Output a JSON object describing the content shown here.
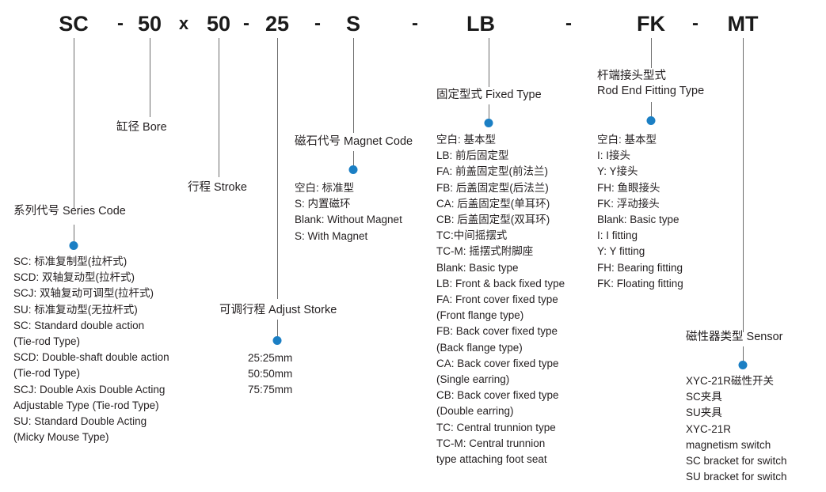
{
  "diagram": {
    "title": "SC Series Cylinder Ordering Code",
    "accent_color": "#1b7fc4",
    "line_color": "#3b3b3b"
  },
  "code": {
    "tokens": [
      {
        "text": "SC",
        "kind": "code"
      },
      {
        "text": "-",
        "kind": "sep"
      },
      {
        "text": "50",
        "kind": "code"
      },
      {
        "text": "x",
        "kind": "mul"
      },
      {
        "text": "50",
        "kind": "code"
      },
      {
        "text": "-",
        "kind": "sep"
      },
      {
        "text": "25",
        "kind": "code"
      },
      {
        "text": "-",
        "kind": "sep"
      },
      {
        "text": "S",
        "kind": "code"
      },
      {
        "text": "-",
        "kind": "sep"
      },
      {
        "text": "LB",
        "kind": "code"
      },
      {
        "text": "-",
        "kind": "sep"
      },
      {
        "text": "FK",
        "kind": "code"
      },
      {
        "text": "-",
        "kind": "sep"
      },
      {
        "text": "MT",
        "kind": "code"
      }
    ]
  },
  "groups": {
    "series_code": {
      "title_cn": "系列代号",
      "title_en": "Series Code",
      "title_combined": "系列代号 Series Code",
      "options": [
        "SC: 标准复制型(拉杆式)",
        "SCD: 双轴复动型(拉杆式)",
        "SCJ: 双轴复动可调型(拉杆式)",
        "SU: 标准复动型(无拉杆式)",
        "SC: Standard double action",
        "(Tie-rod Type)",
        "SCD: Double-shaft double action",
        "(Tie-rod Type)",
        "SCJ: Double Axis Double Acting",
        "Adjustable Type (Tie-rod Type)",
        "SU: Standard Double Acting",
        "(Micky Mouse Type)"
      ]
    },
    "bore": {
      "title_cn": "缸径",
      "title_en": "Bore",
      "title_combined": "缸径 Bore",
      "options": []
    },
    "stroke": {
      "title_cn": "行程",
      "title_en": "Stroke",
      "title_combined": "行程 Stroke",
      "options": []
    },
    "adjust_stroke": {
      "title_cn": "可调行程",
      "title_en": "Adjust Storke",
      "title_combined": "可调行程 Adjust Storke",
      "options": [
        "25:25mm",
        "50:50mm",
        "75:75mm"
      ]
    },
    "magnet_code": {
      "title_cn": "磁石代号",
      "title_en": "Magnet Code",
      "title_combined": "磁石代号 Magnet Code",
      "options": [
        "空白: 标准型",
        "S: 内置磁环",
        "Blank: Without Magnet",
        "S: With Magnet"
      ]
    },
    "fixed_type": {
      "title_cn": "固定型式",
      "title_en": "Fixed Type",
      "title_combined": "固定型式 Fixed Type",
      "options": [
        "空白: 基本型",
        "LB: 前后固定型",
        "FA: 前盖固定型(前法兰)",
        "FB: 后盖固定型(后法兰)",
        "CA: 后盖固定型(单耳环)",
        "CB: 后盖固定型(双耳环)",
        "TC:中间摇摆式",
        "TC-M: 摇摆式附脚座",
        "Blank: Basic type",
        "LB: Front & back fixed type",
        "FA: Front cover fixed type",
        "(Front flange type)",
        "FB:  Back cover fixed type",
        "(Back flange type)",
        "CA: Back cover fixed type",
        "(Single earring)",
        "CB:  Back cover fixed type",
        "(Double earring)",
        "TC: Central trunnion type",
        "TC-M: Central trunnion",
        "type attaching foot seat"
      ]
    },
    "rod_end_fitting": {
      "title_cn": "杆端接头型式",
      "title_en": "Rod End Fitting Type",
      "options": [
        "空白: 基本型",
        "I: I接头",
        "Y: Y接头",
        "FH: 鱼眼接头",
        "FK: 浮动接头",
        "Blank: Basic type",
        "I: I fitting",
        "Y: Y fitting",
        "FH: Bearing fitting",
        "FK: Floating fitting"
      ]
    },
    "sensor": {
      "title_cn": "磁性器类型",
      "title_en": "Sensor",
      "title_combined": "磁性器类型 Sensor",
      "options": [
        "XYC-21R磁性开关",
        "SC夹具",
        "SU夹具",
        "XYC-21R",
        "magnetism switch",
        "SC bracket for switch",
        "SU bracket for switch"
      ]
    }
  }
}
